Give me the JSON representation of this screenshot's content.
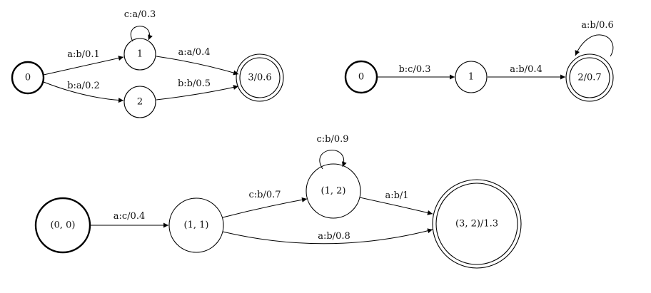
{
  "diagrams": [
    {
      "nodes": [
        {
          "id": "0",
          "label": "0"
        },
        {
          "id": "1",
          "label": "1"
        },
        {
          "id": "2",
          "label": "2"
        },
        {
          "id": "3",
          "label": "3/0.6"
        }
      ],
      "edges": [
        {
          "label": "a:b/0.1"
        },
        {
          "label": "b:a/0.2"
        },
        {
          "label": "c:a/0.3"
        },
        {
          "label": "a:a/0.4"
        },
        {
          "label": "b:b/0.5"
        }
      ]
    },
    {
      "nodes": [
        {
          "id": "0",
          "label": "0"
        },
        {
          "id": "1",
          "label": "1"
        },
        {
          "id": "2",
          "label": "2/0.7"
        }
      ],
      "edges": [
        {
          "label": "b:c/0.3"
        },
        {
          "label": "a:b/0.4"
        },
        {
          "label": "a:b/0.6"
        }
      ]
    },
    {
      "nodes": [
        {
          "id": "00",
          "label": "(0, 0)"
        },
        {
          "id": "11",
          "label": "(1, 1)"
        },
        {
          "id": "12",
          "label": "(1, 2)"
        },
        {
          "id": "32",
          "label": "(3, 2)/1.3"
        }
      ],
      "edges": [
        {
          "label": "a:c/0.4"
        },
        {
          "label": "c:b/0.7"
        },
        {
          "label": "c:b/0.9"
        },
        {
          "label": "a:b/1"
        },
        {
          "label": "a:b/0.8"
        }
      ]
    }
  ]
}
